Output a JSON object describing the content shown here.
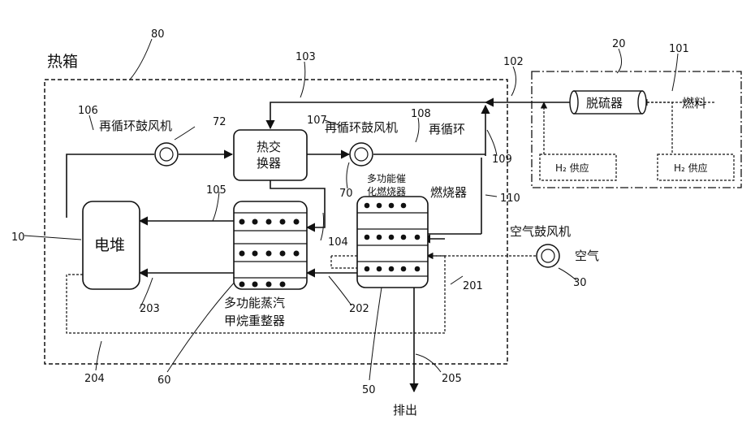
{
  "labels": {
    "hotbox": "热箱",
    "n80": "80",
    "n20": "20",
    "n101": "101",
    "n102": "102",
    "n103": "103",
    "n106": "106",
    "n72": "72",
    "recirc_blower_a": "再循环鼓风机",
    "heat_exchanger_1": "热交",
    "heat_exchanger_2": "换器",
    "n107": "107",
    "recirc_blower_b": "再循环鼓风机",
    "n108": "108",
    "recirc": "再循环",
    "n109": "109",
    "desulfurizer": "脱硫器",
    "fuel": "燃料",
    "h2_supply_1": "H₂ 供应",
    "h2_supply_2": "H₂ 供应",
    "multi_cat_1": "多功能催",
    "multi_cat_2": "化燃烧器",
    "burner": "燃烧器",
    "n110": "110",
    "n105": "105",
    "n70": "70",
    "n10": "10",
    "stack": "电堆",
    "n104": "104",
    "air_blower": "空气鼓风机",
    "air": "空气",
    "n30": "30",
    "n201": "201",
    "n203": "203",
    "n202": "202",
    "reformer_1": "多功能蒸汽",
    "reformer_2": "甲烷重整器",
    "n204": "204",
    "n60": "60",
    "n50": "50",
    "n205": "205",
    "exhaust": "排出"
  }
}
